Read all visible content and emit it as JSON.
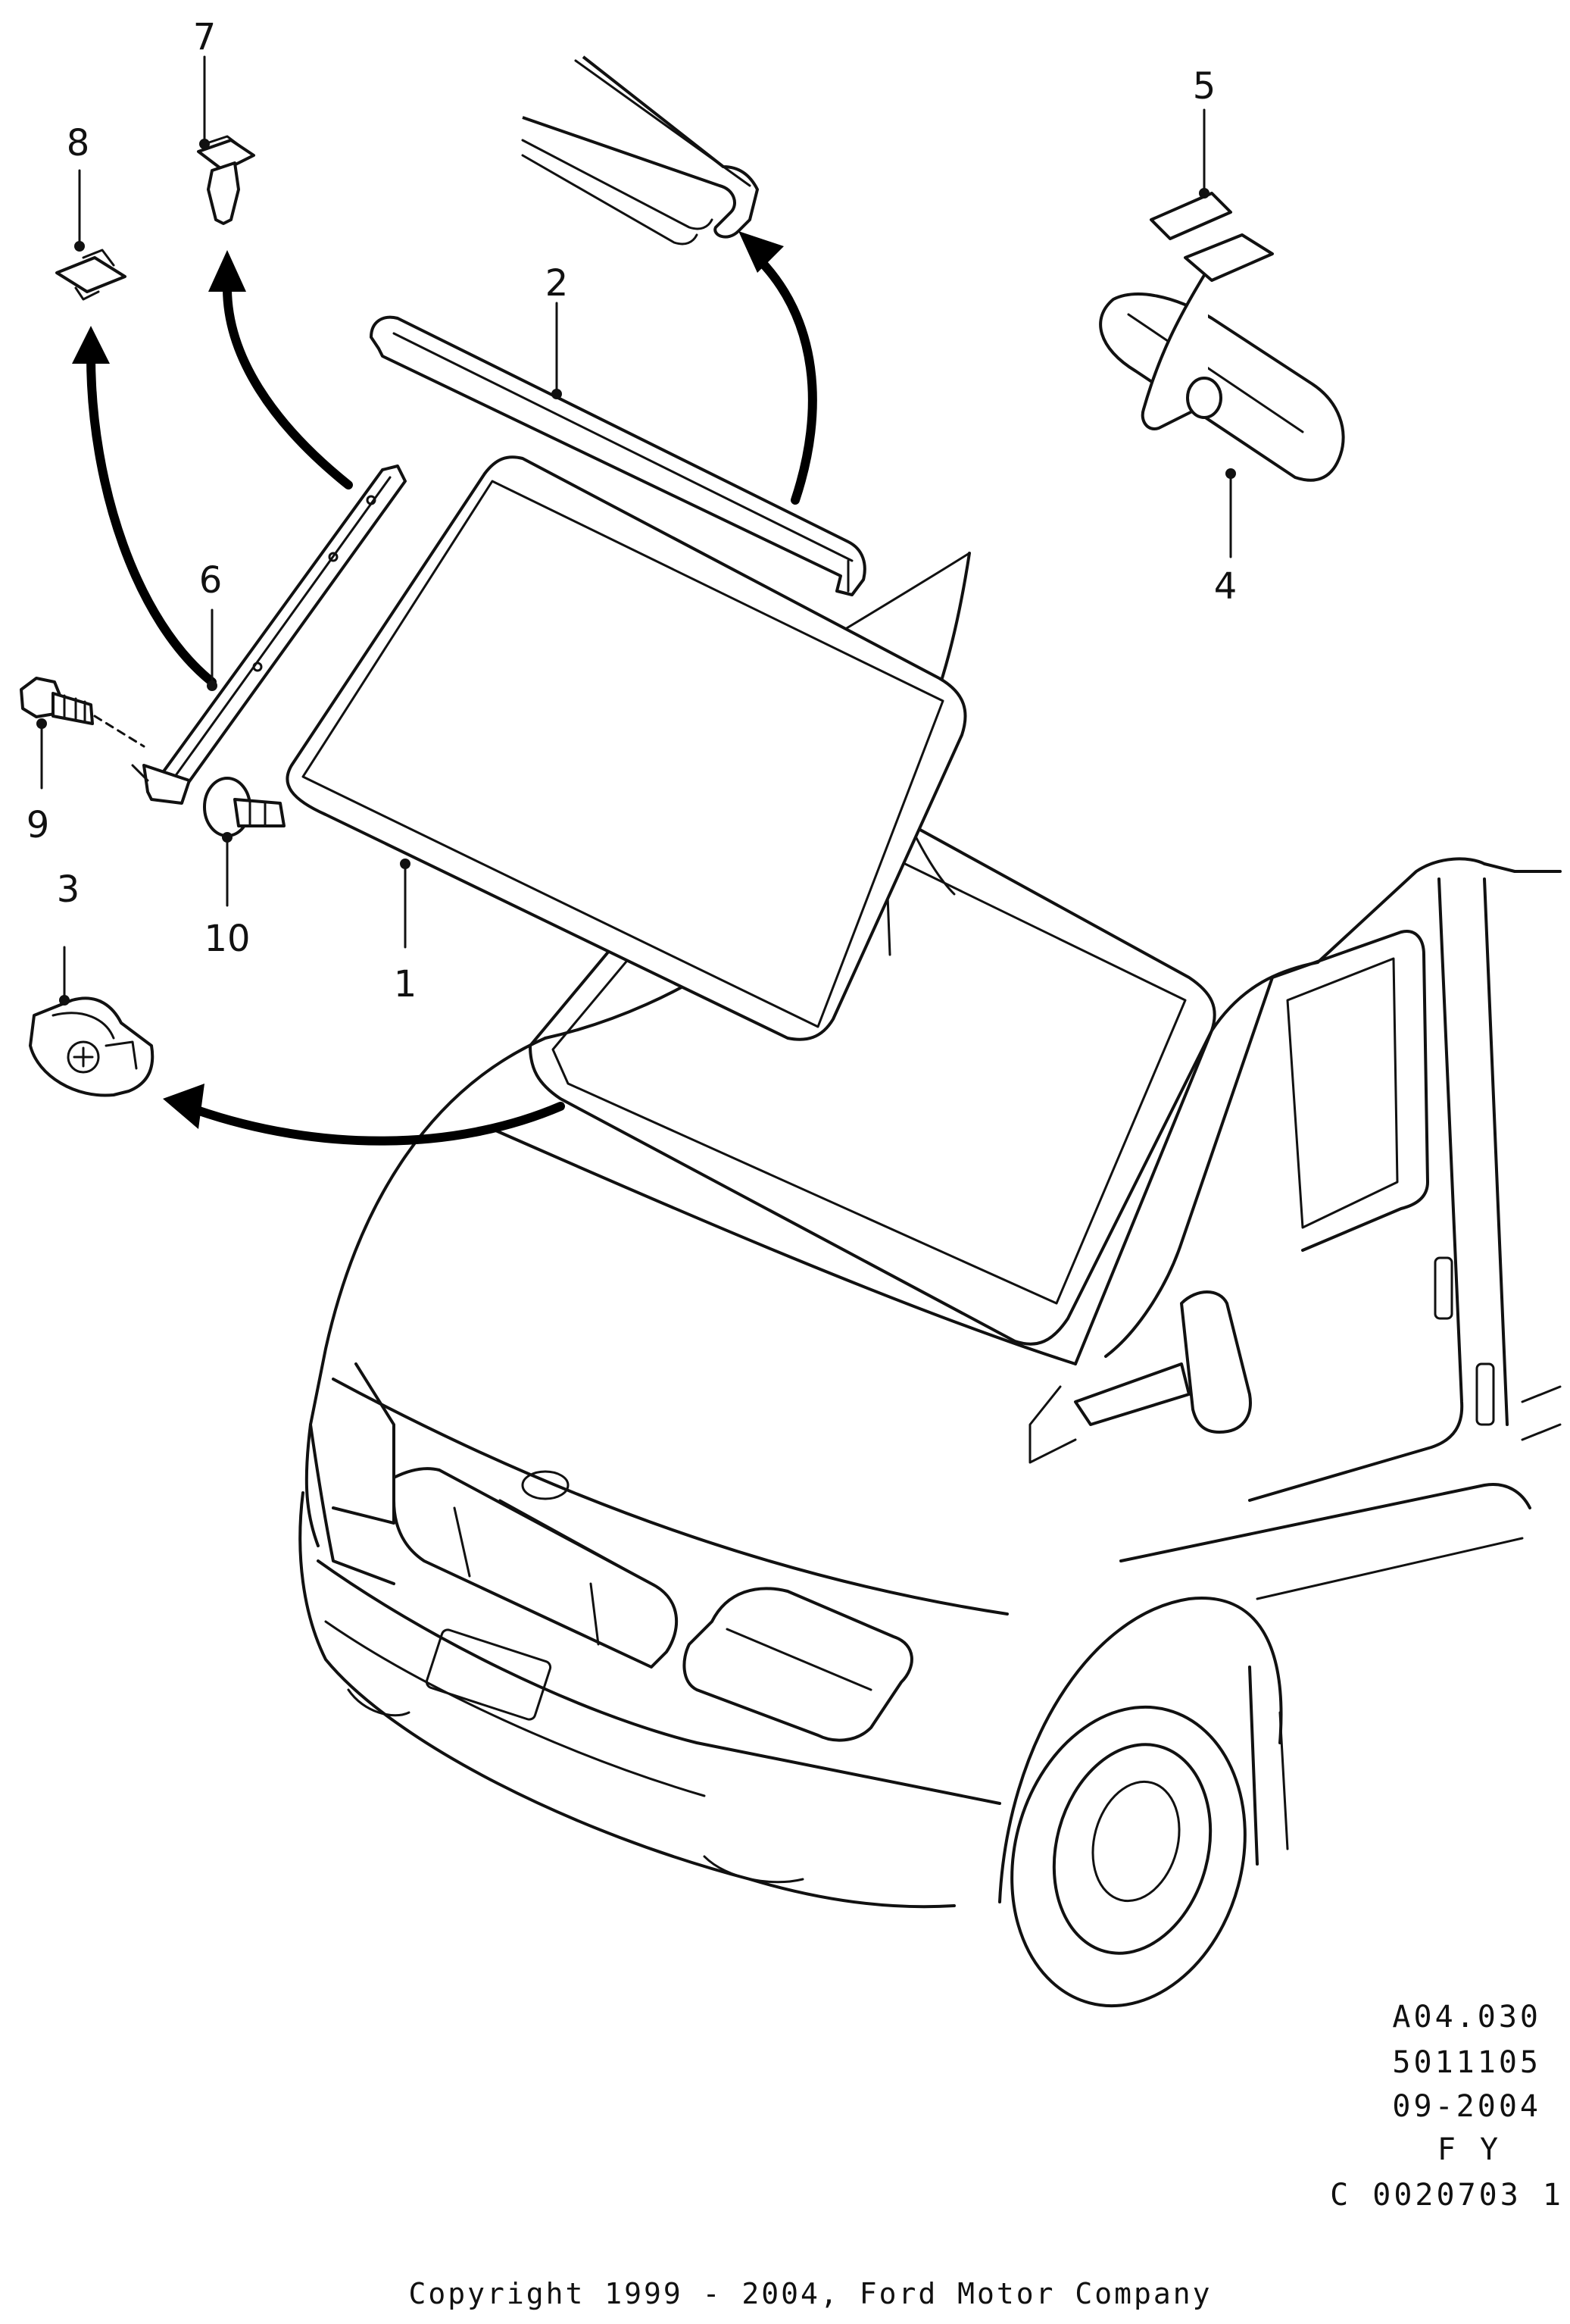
{
  "callouts": {
    "c1": "1",
    "c2": "2",
    "c3": "3",
    "c4": "4",
    "c5": "5",
    "c6": "6",
    "c7": "7",
    "c8": "8",
    "c9": "9",
    "c10": "10"
  },
  "meta": {
    "line1": "A04.030",
    "line2": "5011105",
    "line3": "09-2004",
    "line4": "F Y",
    "line5": "C 0020703 1"
  },
  "footer": {
    "copyright": "Copyright 1999 - 2004, Ford Motor Company"
  },
  "colors": {
    "ink": "#111111",
    "background": "#ffffff"
  }
}
